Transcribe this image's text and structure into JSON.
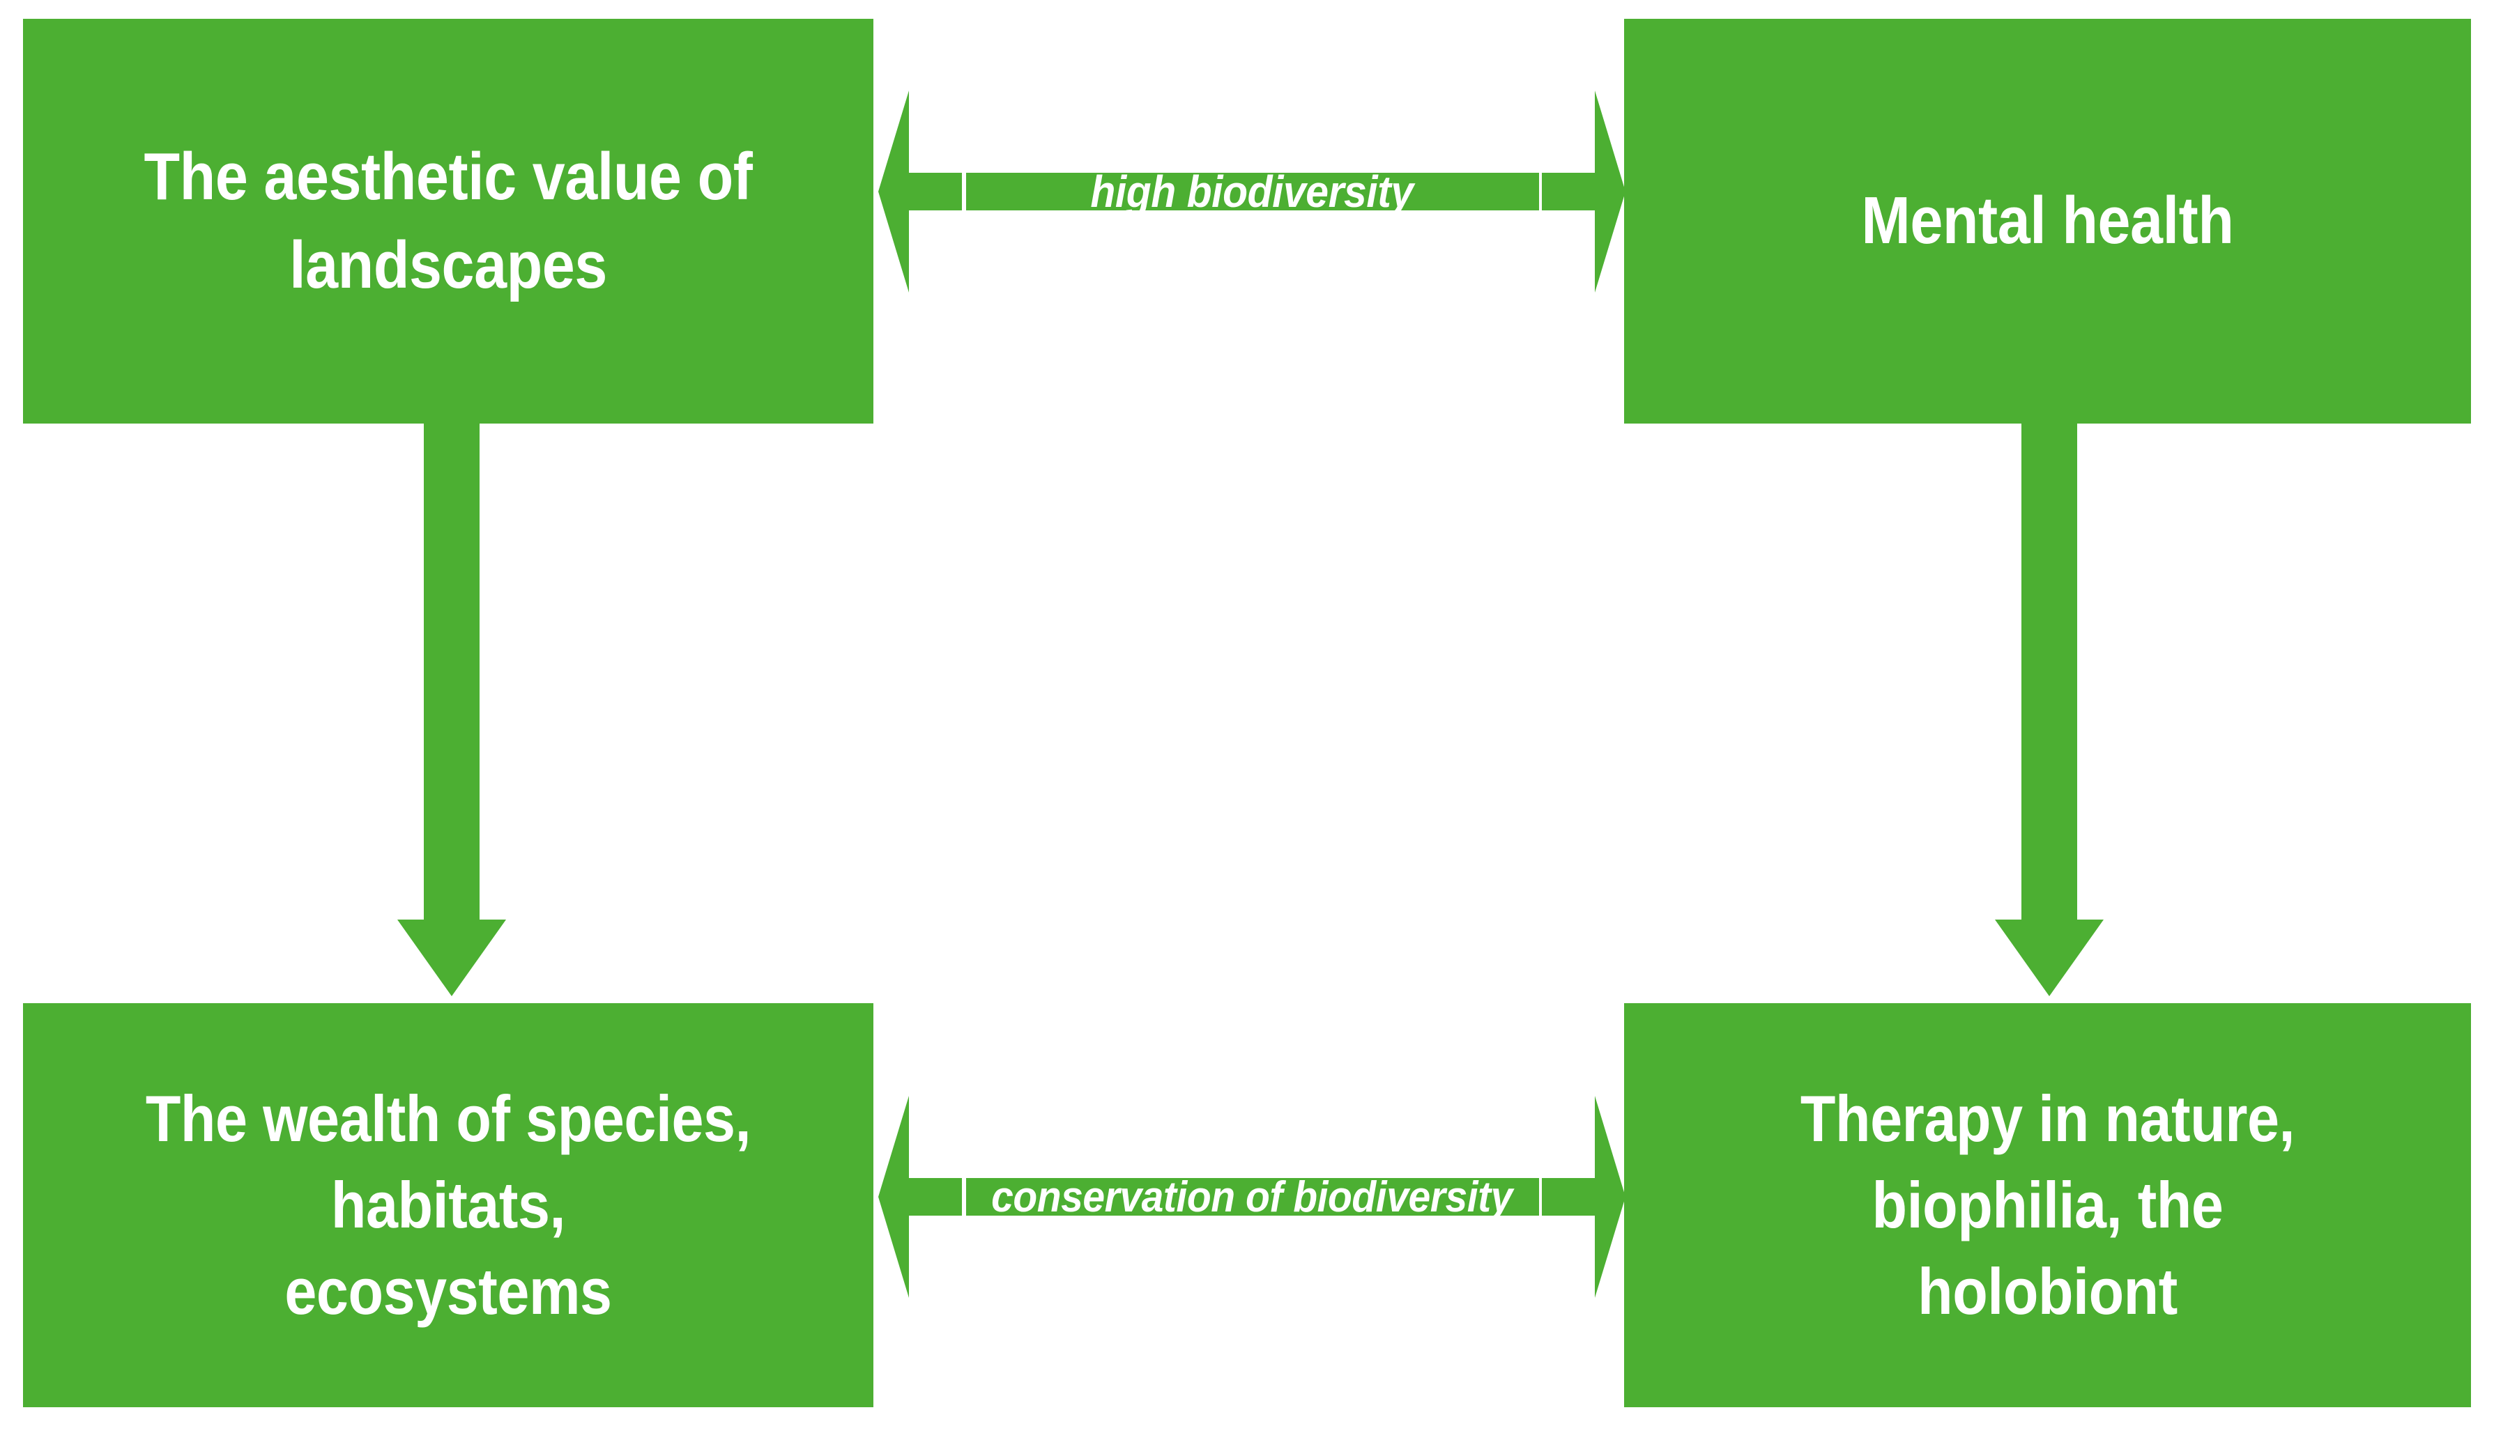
{
  "diagram": {
    "accent_color": "#4CAF32",
    "text_color": "#FFFFFF",
    "background_color": "#FFFFFF",
    "nodes": [
      {
        "id": "aesthetic",
        "label": "The aesthetic value of\nlandscapes",
        "position": "top-left"
      },
      {
        "id": "mental",
        "label": "Mental health",
        "position": "top-right"
      },
      {
        "id": "wealth",
        "label": "The wealth of species, habitats,\necosystems",
        "position": "bottom-left"
      },
      {
        "id": "therapy",
        "label": "Therapy in nature, biophilia, the\nholobiont",
        "position": "bottom-right"
      }
    ],
    "edges": [
      {
        "id": "top-link",
        "label": "high biodiversity",
        "from": "aesthetic",
        "to": "mental",
        "style": "double-headed-horizontal"
      },
      {
        "id": "bottom-link",
        "label": "conservation of biodiversity",
        "from": "wealth",
        "to": "therapy",
        "style": "double-headed-horizontal"
      },
      {
        "id": "left-link",
        "label": "",
        "from": "aesthetic",
        "to": "wealth",
        "style": "single-headed-down"
      },
      {
        "id": "right-link",
        "label": "",
        "from": "mental",
        "to": "therapy",
        "style": "single-headed-down"
      }
    ]
  }
}
